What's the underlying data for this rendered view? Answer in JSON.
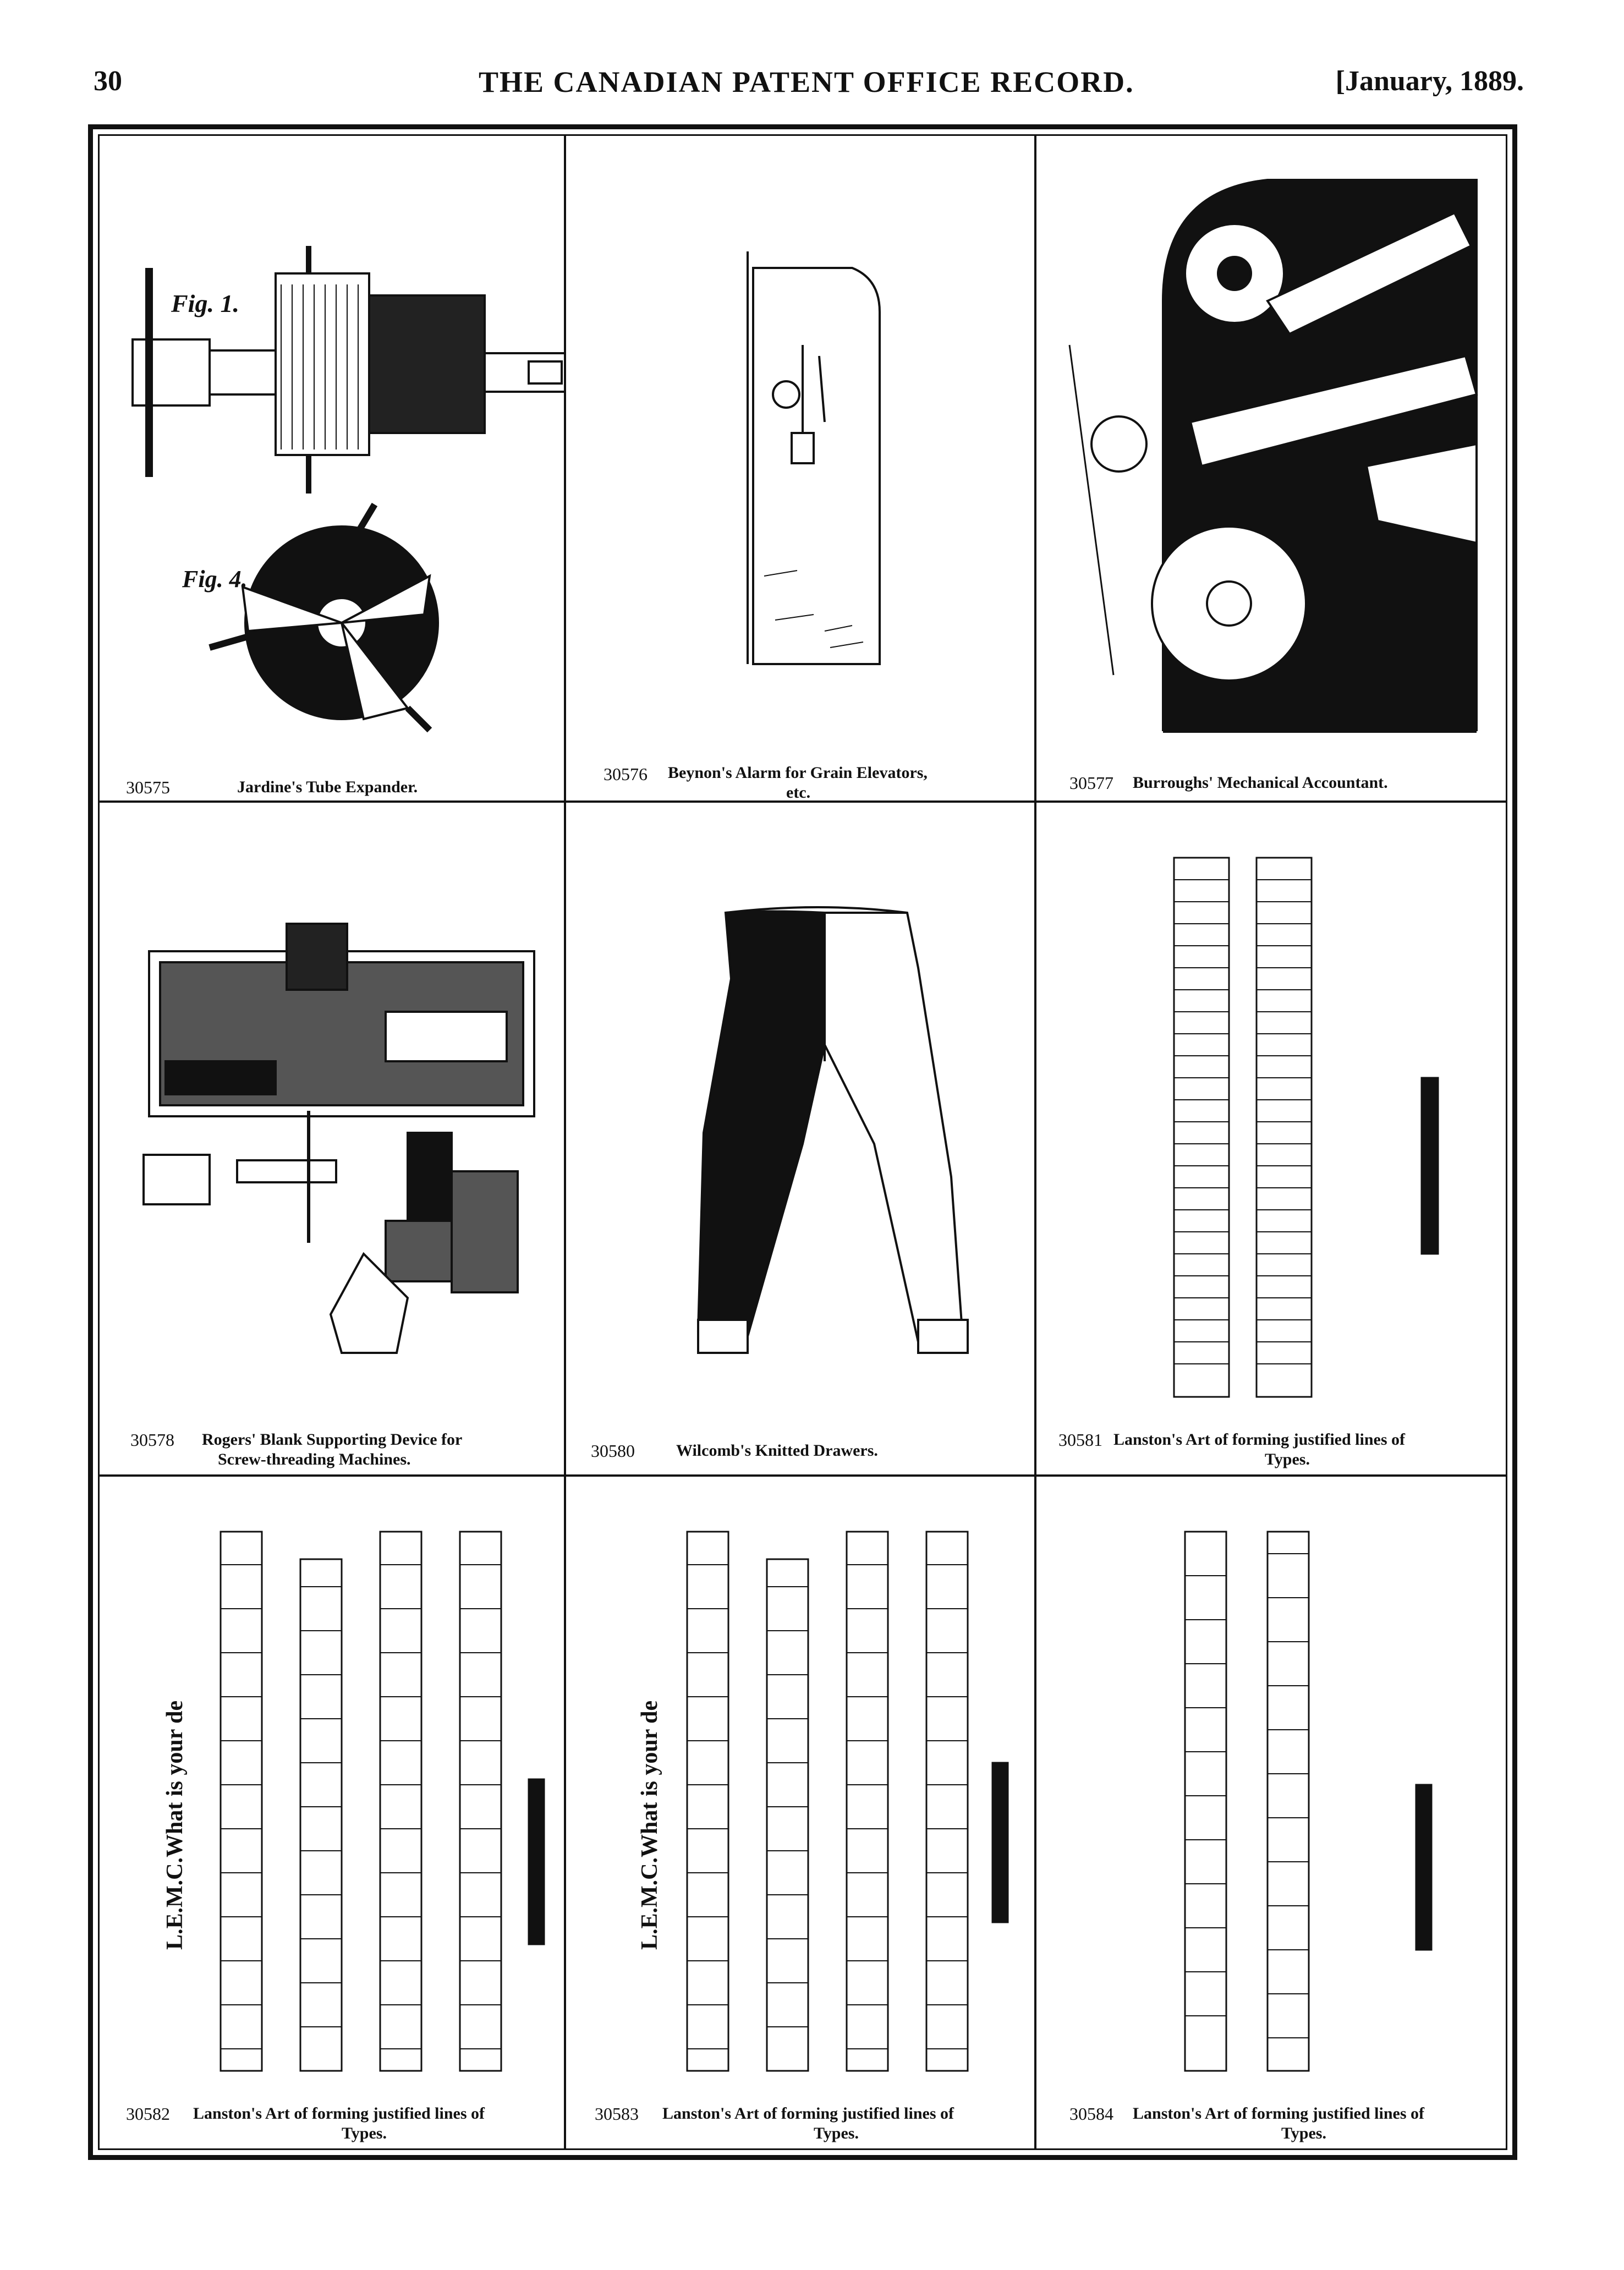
{
  "header": {
    "page_number": "30",
    "journal_title": "THE CANADIAN PATENT OFFICE RECORD.",
    "date": "[January, 1889."
  },
  "cells": [
    {
      "number": "30575",
      "title": "Jardine's Tube Expander.",
      "title_line2": ""
    },
    {
      "number": "30576",
      "title": "Beynon's Alarm for Grain Elevators,",
      "title_line2": "etc."
    },
    {
      "number": "30577",
      "title": "Burroughs' Mechanical Accountant.",
      "title_line2": ""
    },
    {
      "number": "30578",
      "title": "Rogers' Blank Supporting Device for",
      "title_line2": "Screw-threading Machines."
    },
    {
      "number": "30580",
      "title": "Wilcomb's Knitted Drawers.",
      "title_line2": ""
    },
    {
      "number": "30581",
      "title": "Lanston's Art of forming justified lines of",
      "title_line2": "Types."
    },
    {
      "number": "30582",
      "title": "Lanston's Art of forming justified lines of",
      "title_line2": "Types."
    },
    {
      "number": "30583",
      "title": "Lanston's Art of forming justified lines of",
      "title_line2": "Types."
    },
    {
      "number": "30584",
      "title": "Lanston's Art of forming justified lines of",
      "title_line2": "Types."
    }
  ],
  "figure_labels": {
    "tube_fig1": "Fig. 1.",
    "tube_fig4": "Fig. 4.",
    "lanston_text": "L.E.M.C.What is your de"
  }
}
